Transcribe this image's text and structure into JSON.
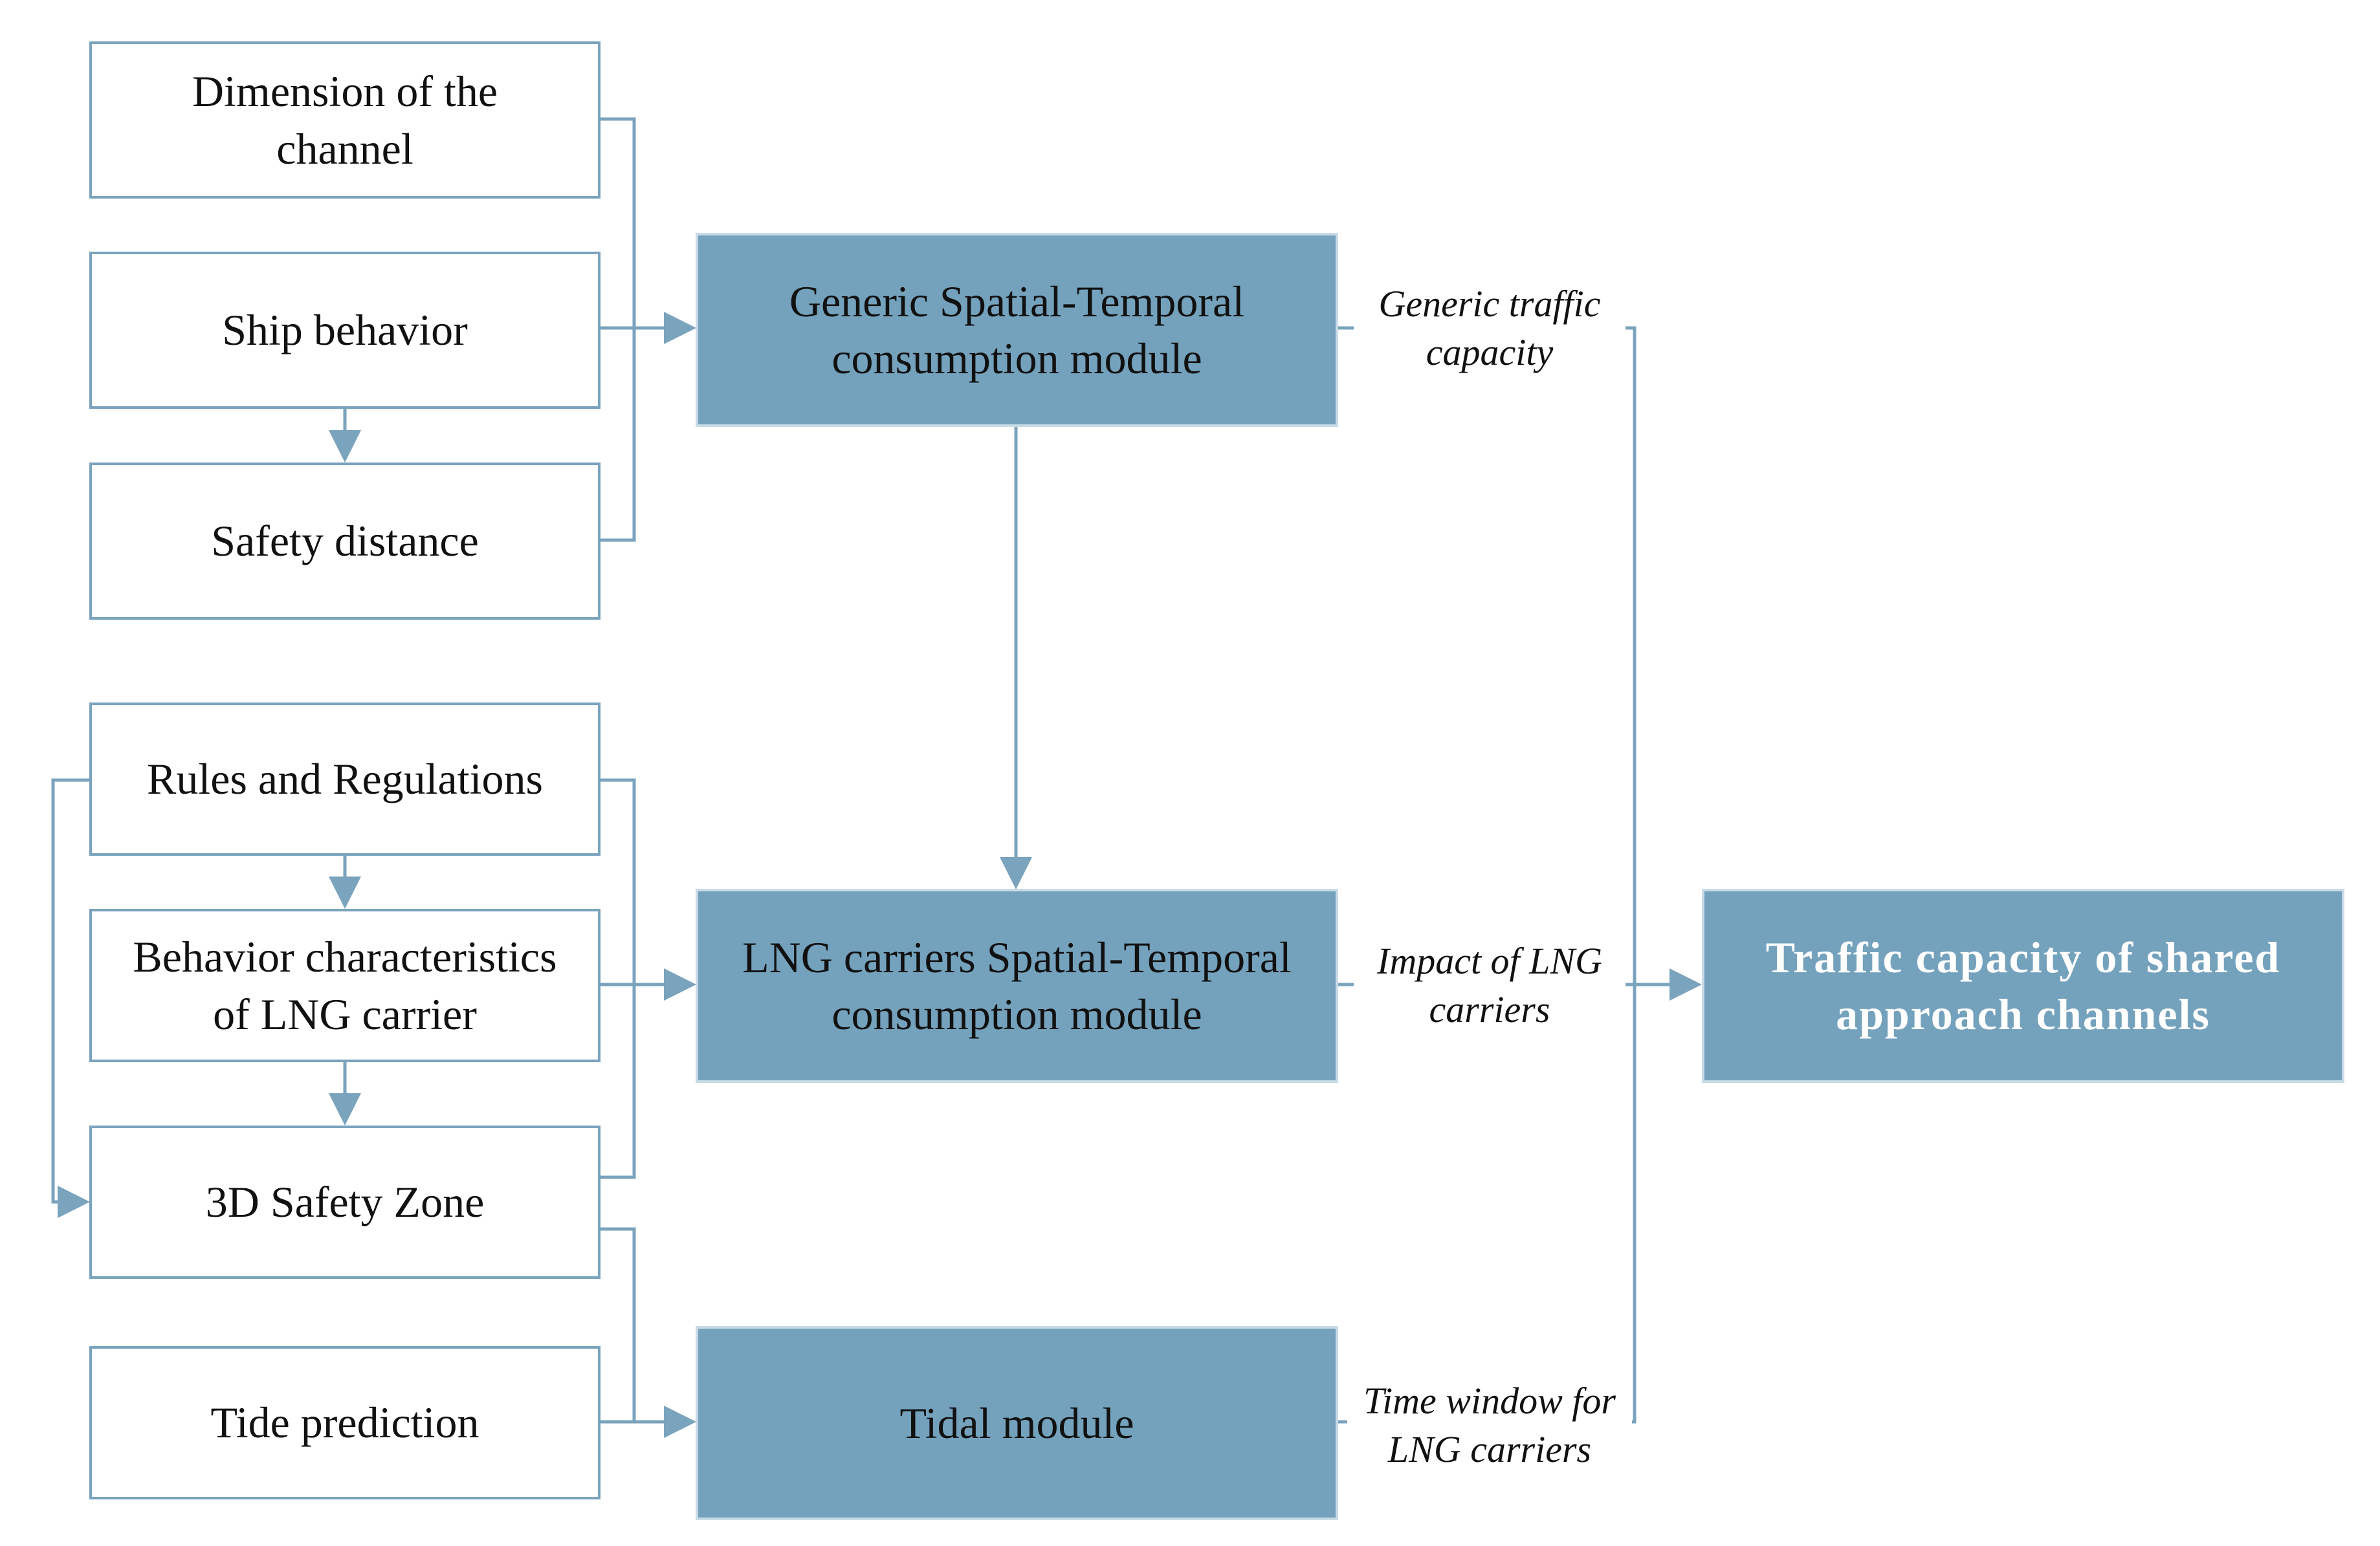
{
  "diagram": {
    "inputs": {
      "channel_dimension": "Dimension of the\nchannel",
      "ship_behavior": "Ship behavior",
      "safety_distance": "Safety distance",
      "rules_regulations": "Rules and Regulations",
      "lng_behavior": "Behavior characteristics\nof LNG carrier",
      "safety_zone_3d": "3D Safety Zone",
      "tide_prediction": "Tide prediction"
    },
    "modules": {
      "generic": "Generic Spatial-Temporal\nconsumption module",
      "lng": "LNG carriers Spatial-Temporal\nconsumption module",
      "tidal": "Tidal  module"
    },
    "output": "Traffic capacity of shared\napproach channels",
    "edge_labels": {
      "generic_capacity": "Generic traffic\ncapacity",
      "lng_impact": "Impact of LNG\ncarriers",
      "time_window": "Time window for\nLNG carriers"
    },
    "colors": {
      "line": "#7aa3bd",
      "module_fill": "#74a2bd",
      "output_text": "#ffffff"
    }
  }
}
